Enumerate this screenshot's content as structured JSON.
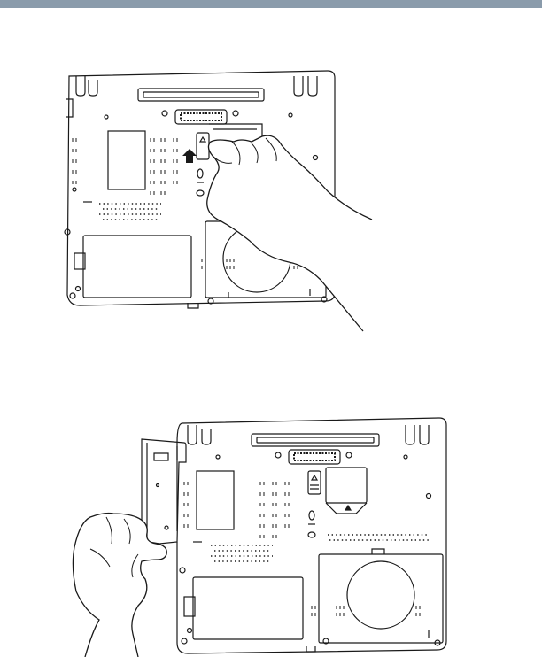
{
  "header": {
    "bar_color": "#8a9bab"
  },
  "figures": [
    {
      "id": "release-latch-illustration",
      "icons": [
        "laptop-underside",
        "hand-icon",
        "arrow-up-icon",
        "latch-icon"
      ]
    },
    {
      "id": "remove-module-illustration",
      "icons": [
        "laptop-underside",
        "hand-icon",
        "bay-module"
      ]
    }
  ],
  "colors": {
    "line": "#1a1a1a",
    "paper": "#ffffff"
  }
}
